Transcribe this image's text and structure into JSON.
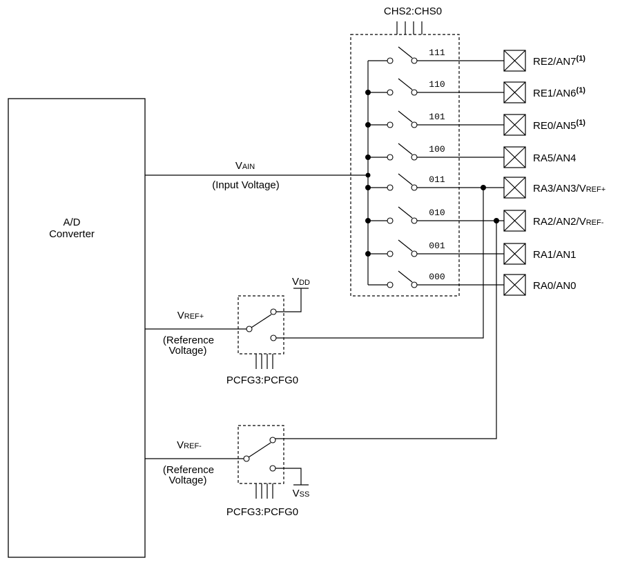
{
  "converter": {
    "line1": "A/D",
    "line2": "Converter"
  },
  "vain": {
    "main": "V",
    "sub": "AIN",
    "desc": "(Input Voltage)"
  },
  "vref_plus": {
    "main": "V",
    "sub": "REF+",
    "desc1": "(Reference",
    "desc2": "Voltage)"
  },
  "vref_minus": {
    "main": "V",
    "sub": "REF-",
    "desc1": "(Reference",
    "desc2": "Voltage)"
  },
  "vdd": {
    "main": "V",
    "sub": "DD"
  },
  "vss": {
    "main": "V",
    "sub": "SS"
  },
  "chs_label": "CHS2:CHS0",
  "pcfg_label_top": "PCFG3:PCFG0",
  "pcfg_label_bottom": "PCFG3:PCFG0",
  "channels": [
    {
      "code": "111",
      "pin": "RE2/AN7",
      "note": "(1)"
    },
    {
      "code": "110",
      "pin": "RE1/AN6",
      "note": "(1)"
    },
    {
      "code": "101",
      "pin": "RE0/AN5",
      "note": "(1)"
    },
    {
      "code": "100",
      "pin": "RA5/AN4",
      "note": ""
    },
    {
      "code": "011",
      "pin": "RA3/AN3/V",
      "pin_sub": "REF+",
      "note": ""
    },
    {
      "code": "010",
      "pin": "RA2/AN2/V",
      "pin_sub": "REF-",
      "note": ""
    },
    {
      "code": "001",
      "pin": "RA1/AN1",
      "note": ""
    },
    {
      "code": "000",
      "pin": "RA0/AN0",
      "note": ""
    }
  ]
}
